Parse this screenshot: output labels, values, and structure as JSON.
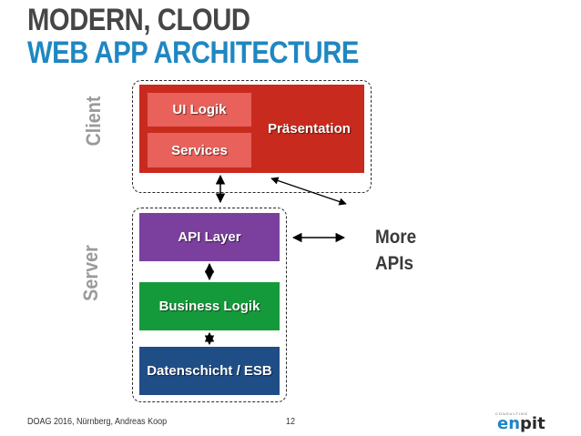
{
  "title": {
    "line1": "MODERN, CLOUD",
    "line2": "WEB APP ARCHITECTURE"
  },
  "labels": {
    "client": "Client",
    "server": "Server"
  },
  "boxes": {
    "ui_logik": "UI Logik",
    "services": "Services",
    "praesentation": "Präsentation",
    "api_layer": "API Layer",
    "business_logik": "Business Logik",
    "datenschicht": "Datenschicht / ESB"
  },
  "more_apis": {
    "line1": "More",
    "line2": "APIs"
  },
  "footer": {
    "left": "DOAG 2016, Nürnberg, Andreas Koop",
    "page": "12"
  },
  "logo": {
    "small": "CONSULTING",
    "en": "en",
    "pit": "pit"
  },
  "colors": {
    "title_dark": "#464646",
    "title_blue": "#1f87c2",
    "red": "#c92a1e",
    "red_light": "#e8615a",
    "purple": "#7b3f9e",
    "green": "#159a3b",
    "navy": "#1f4e87",
    "label_gray": "#9a9a9a"
  }
}
